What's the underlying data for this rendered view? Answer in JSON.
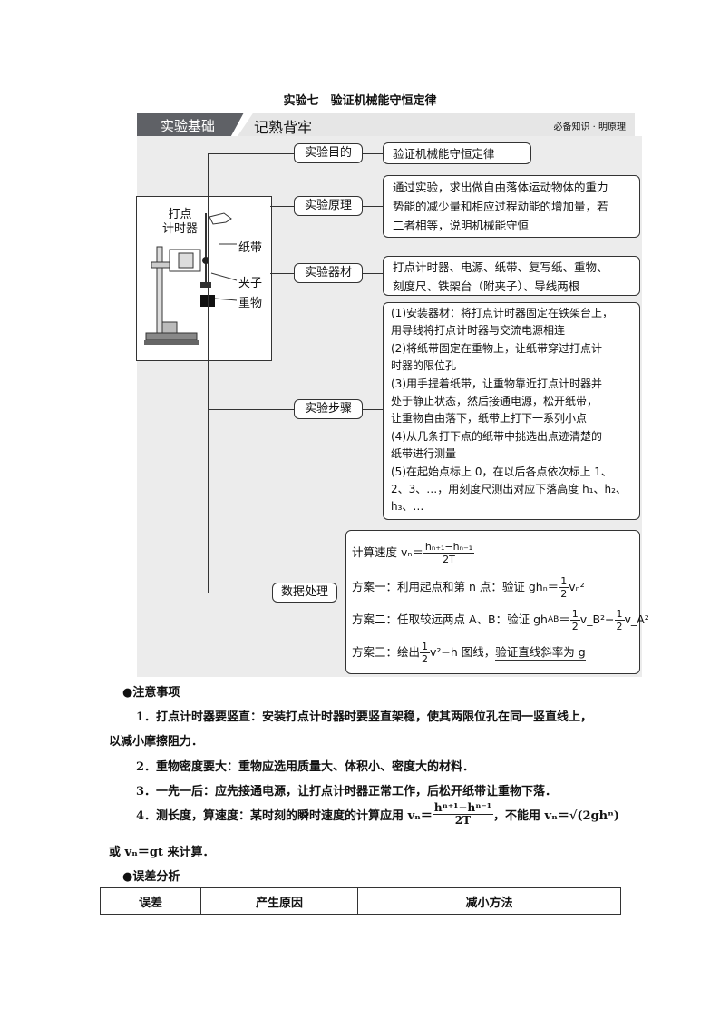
{
  "page_title": "实验七　验证机械能守恒定律",
  "banner": {
    "left": "实验基础",
    "middle": "记熟背牢",
    "right": "必备知识 · 明原理"
  },
  "apparatus": {
    "label_timer": "打点\n计时器",
    "label_tape": "纸带",
    "label_clip": "夹子",
    "label_weight": "重物"
  },
  "sections": {
    "purpose": {
      "label": "实验目的",
      "content": "验证机械能守恒定律"
    },
    "principle": {
      "label": "实验原理",
      "lines": [
        "通过实验，求出做自由落体运动物体的重力",
        "势能的减少量和相应过程动能的增加量，若",
        "二者相等，说明机械能守恒"
      ]
    },
    "equipment": {
      "label": "实验器材",
      "lines": [
        "打点计时器、电源、纸带、复写纸、重物、",
        "刻度尺、铁架台（附夹子）、导线两根"
      ]
    },
    "steps": {
      "label": "实验步骤",
      "lines": [
        "(1)安装器材：将打点计时器固定在铁架台上，",
        "用导线将打点计时器与交流电源相连",
        "(2)将纸带固定在重物上，让纸带穿过打点计",
        "时器的限位孔",
        "(3)用手提着纸带，让重物靠近打点计时器并",
        "处于静止状态，然后接通电源，松开纸带，",
        "让重物自由落下，纸带上打下一系列小点",
        "(4)从几条打下点的纸带中挑选出点迹清楚的",
        "纸带进行测量",
        "(5)在起始点标上 0，在以后各点依次标上 1、",
        "2、3、…，用刻度尺测出对应下落高度 h₁、h₂、",
        "h₃、…"
      ]
    },
    "data": {
      "label": "数据处理",
      "speed_prefix": "计算速度 vₙ＝",
      "speed_num": "hₙ₊₁−hₙ₋₁",
      "speed_den": "2T",
      "plan1_prefix": "方案一：利用起点和第 n 点：验证 ghₙ＝",
      "plan1_frac": "1",
      "plan1_den": "2",
      "plan1_suffix": "vₙ²",
      "plan2_prefix": "方案二：任取较远两点 A、B：验证 gh",
      "plan2_sub": "AB",
      "plan2_eq": "＝",
      "plan2_frac_n": "1",
      "plan2_frac_d": "2",
      "plan2_mid": "v_B²−",
      "plan2_frac2_n": "1",
      "plan2_frac2_d": "2",
      "plan2_suffix": "v_A²",
      "plan3_prefix": "方案三：绘出",
      "plan3_frac_n": "1",
      "plan3_frac_d": "2",
      "plan3_mid": "v²−h 图线，",
      "plan3_suffix": "验证直线斜率为 g"
    }
  },
  "notes": {
    "title": "●注意事项",
    "n1a": "1．打点计时器要竖直：安装打点计时器时要竖直架稳，使其两限位孔在同一竖直线上，",
    "n1b": "以减小摩擦阻力．",
    "n2": "2．重物密度要大：重物应选用质量大、体积小、密度大的材料．",
    "n3": "3．一先一后：应先接通电源，让打点计时器正常工作，后松开纸带让重物下落．",
    "n4_prefix": "4．测长度，算速度：某时刻的瞬时速度的计算应用 vₙ＝",
    "n4_num": "hⁿ⁺¹−hⁿ⁻¹",
    "n4_den": "2T",
    "n4_suffix": "，不能用 vₙ＝√(2ghⁿ)",
    "n5": "或 vₙ＝gt 来计算．"
  },
  "errors": {
    "title": "●误差分析",
    "headers": [
      "误差",
      "产生原因",
      "减小方法"
    ]
  }
}
